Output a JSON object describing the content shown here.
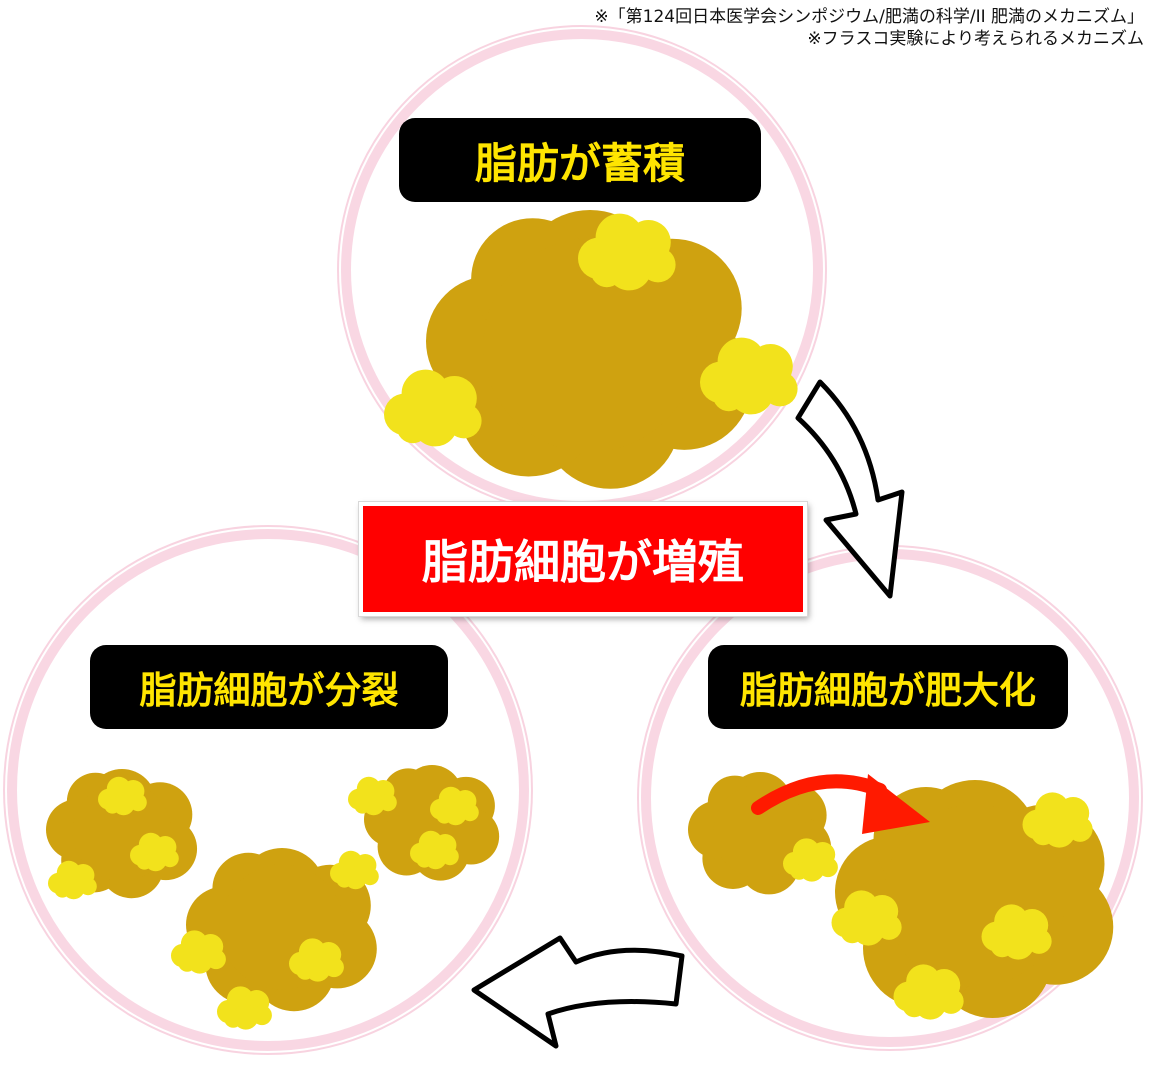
{
  "source_notes": [
    "※「第124回日本医学会シンポジウム/肥満の科学/II 肥満のメカニズム」",
    "※フラスコ実験により考えられるメカニズム"
  ],
  "center_title": "脂肪細胞が増殖",
  "stages": {
    "accumulate": "脂肪が蓄積",
    "divide": "脂肪細胞が分裂",
    "enlarge": "脂肪細胞が肥大化"
  },
  "colors": {
    "fat_cell": "#cfa210",
    "fat_droplet": "#f2e21c",
    "label_bg": "#000000",
    "label_text": "#ffe500",
    "title_bg": "#ff0000",
    "title_text": "#ffffff",
    "circle_ring": "#f4b6cc",
    "arrow_red": "#ff1a00",
    "arrow_outline": "#000000"
  }
}
